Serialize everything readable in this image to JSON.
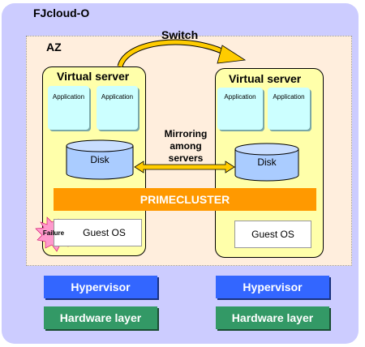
{
  "cloud": {
    "title": "FJcloud-O"
  },
  "az": {
    "label": "AZ"
  },
  "switch": {
    "label": "Switch"
  },
  "mirroring": {
    "line1": "Mirroring",
    "line2": "among",
    "line3": "servers"
  },
  "left_server": {
    "title": "Virtual server",
    "apps": [
      "Application",
      "Application"
    ],
    "disk": "Disk",
    "guest_os": "Guest OS",
    "failure": "Failure"
  },
  "right_server": {
    "title": "Virtual server",
    "apps": [
      "Application",
      "Application"
    ],
    "disk": "Disk",
    "guest_os": "Guest OS"
  },
  "cluster": {
    "label": "PRIMECLUSTER"
  },
  "left_stack": {
    "hypervisor": "Hypervisor",
    "hardware": "Hardware layer"
  },
  "right_stack": {
    "hypervisor": "Hypervisor",
    "hardware": "Hardware layer"
  },
  "colors": {
    "cloud_bg": "#ccccff",
    "az_bg": "#ffeedd",
    "server_bg": "#ffffaa",
    "app_bg": "#ccffff",
    "disk_bg": "#aaccff",
    "cluster_bg": "#ff9900",
    "hypervisor_bg": "#3366ff",
    "hardware_bg": "#339966",
    "failure_bg": "#ff99cc",
    "arrow_fill": "#ffcc00"
  }
}
